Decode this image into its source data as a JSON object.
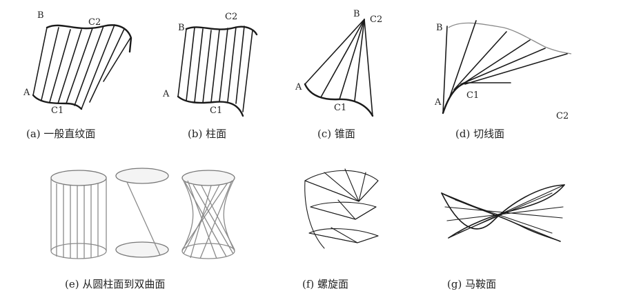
{
  "panels": {
    "a": {
      "caption": "(a) 一般直纹面",
      "labels": {
        "B": "B",
        "C2": "C2",
        "A": "A",
        "C1": "C1"
      }
    },
    "b": {
      "caption": "(b) 柱面",
      "labels": {
        "B": "B",
        "C2": "C2",
        "A": "A",
        "C1": "C1"
      }
    },
    "c": {
      "caption": "(c) 锥面",
      "labels": {
        "B": "B",
        "C2": "C2",
        "A": "A",
        "C1": "C1"
      }
    },
    "d": {
      "caption": "(d) 切线面",
      "labels": {
        "B": "B",
        "C2": "C2",
        "A": "A",
        "C1": "C1"
      }
    },
    "e": {
      "caption": "(e) 从圆柱面到双曲面"
    },
    "f": {
      "caption": "(f) 螺旋面"
    },
    "g": {
      "caption": "(g) 马鞍面"
    }
  }
}
